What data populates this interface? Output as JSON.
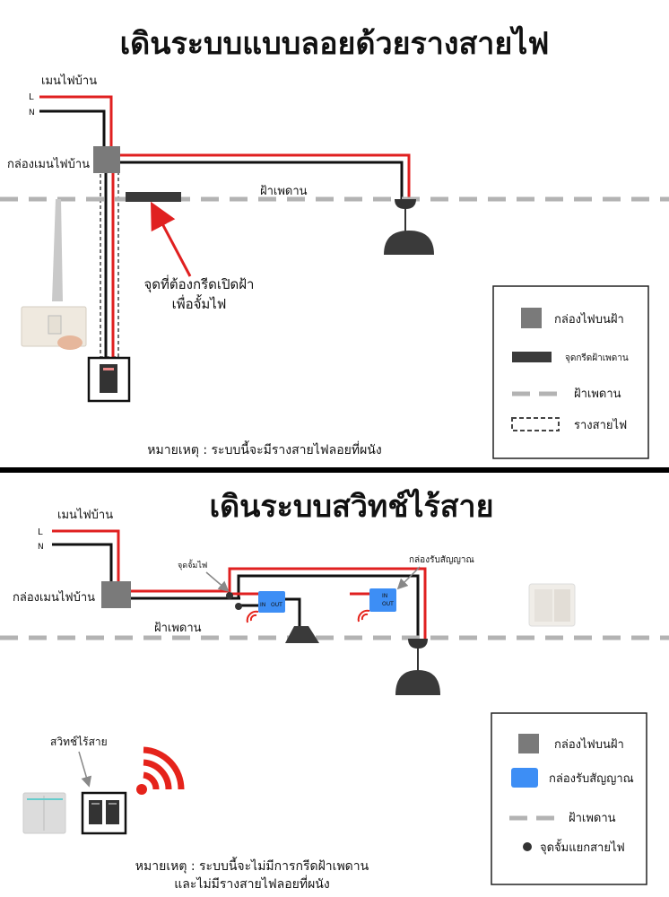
{
  "top": {
    "title": "เดินระบบแบบลอยด้วยรางสายไฟ",
    "mains_label": "เมนไฟบ้าน",
    "wire_L": "L",
    "wire_N": "N",
    "main_box_label": "กล่องเมนไฟบ้าน",
    "ceiling_label": "ฝ้าเพดาน",
    "cut_point_line1": "จุดที่ต้องกรีดเปิดฝ้า",
    "cut_point_line2": "เพื่อจั้มไฟ",
    "note": "หมายเหตุ : ระบบนี้จะมีรางสายไฟลอยที่ผนัง",
    "legend": {
      "box": "กล่องไฟบนฝ้า",
      "cut": "จุดกรีดฝ้าเพดาน",
      "ceiling": "ฝ้าเพดาน",
      "conduit": "รางสายไฟ"
    }
  },
  "bottom": {
    "title": "เดินระบบสวิทช์ไร้สาย",
    "mains_label": "เมนไฟบ้าน",
    "wire_L": "L",
    "wire_N": "N",
    "main_box_label": "กล่องเมนไฟบ้าน",
    "ceiling_label": "ฝ้าเพดาน",
    "jump_label": "จุดจั้มไฟ",
    "receiver_label": "กล่องรับสัญญาณ",
    "receiver_in": "IN",
    "receiver_out": "OUT",
    "wireless_switch_label": "สวิทช์ไร้สาย",
    "note_line1": "หมายเหตุ : ระบบนี้จะไม่มีการกรีดฝ้าเพดาน",
    "note_line2": "และไม่มีรางสายไฟลอยที่ผนัง",
    "legend": {
      "box": "กล่องไฟบนฝ้า",
      "receiver": "กล่องรับสัญญาณ",
      "ceiling": "ฝ้าเพดาน",
      "junction": "จุดจั้มแยกสายไฟ"
    }
  },
  "colors": {
    "live": "#e02020",
    "neutral": "#111111",
    "box": "#7a7a7a",
    "cut": "#3a3a3a",
    "ceiling": "#b3b3b3",
    "receiver": "#3d8ef5",
    "signal": "#e5231b"
  }
}
